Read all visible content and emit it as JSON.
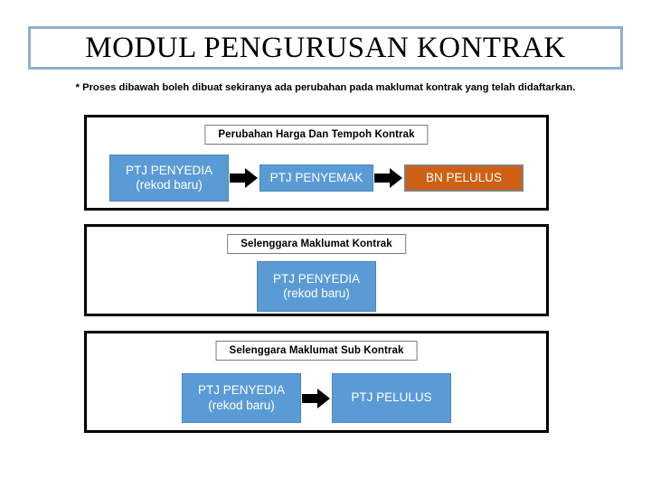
{
  "title": {
    "text": "MODUL PENGURUSAN KONTRAK",
    "border_color": "#8FAFD0"
  },
  "note": {
    "text": "* Proses dibawah boleh dibuat sekiranya ada perubahan pada maklumat kontrak yang telah didaftarkan."
  },
  "colors": {
    "node_blue": "#5B9BD5",
    "node_orange": "#CE6015",
    "panel_border": "#000000",
    "arrow": "#000000"
  },
  "sections": [
    {
      "header": "Perubahan Harga Dan Tempoh Kontrak",
      "nodes": [
        {
          "line1": "PTJ PENYEDIA",
          "line2": "(rekod baru)",
          "color": "blue"
        },
        {
          "line1": "PTJ PENYEMAK",
          "line2": "",
          "color": "blue"
        },
        {
          "line1": "BN PELULUS",
          "line2": "",
          "color": "orange"
        }
      ],
      "arrow_icons": [
        "arrow-right-icon",
        "arrow-right-icon"
      ]
    },
    {
      "header": "Selenggara Maklumat Kontrak",
      "nodes": [
        {
          "line1": "PTJ PENYEDIA",
          "line2": "(rekod baru)",
          "color": "blue"
        }
      ],
      "arrow_icons": []
    },
    {
      "header": "Selenggara Maklumat Sub Kontrak",
      "nodes": [
        {
          "line1": "PTJ PENYEDIA",
          "line2": "(rekod baru)",
          "color": "blue"
        },
        {
          "line1": "PTJ PELULUS",
          "line2": "",
          "color": "blue"
        }
      ],
      "arrow_icons": [
        "arrow-right-icon"
      ]
    }
  ]
}
